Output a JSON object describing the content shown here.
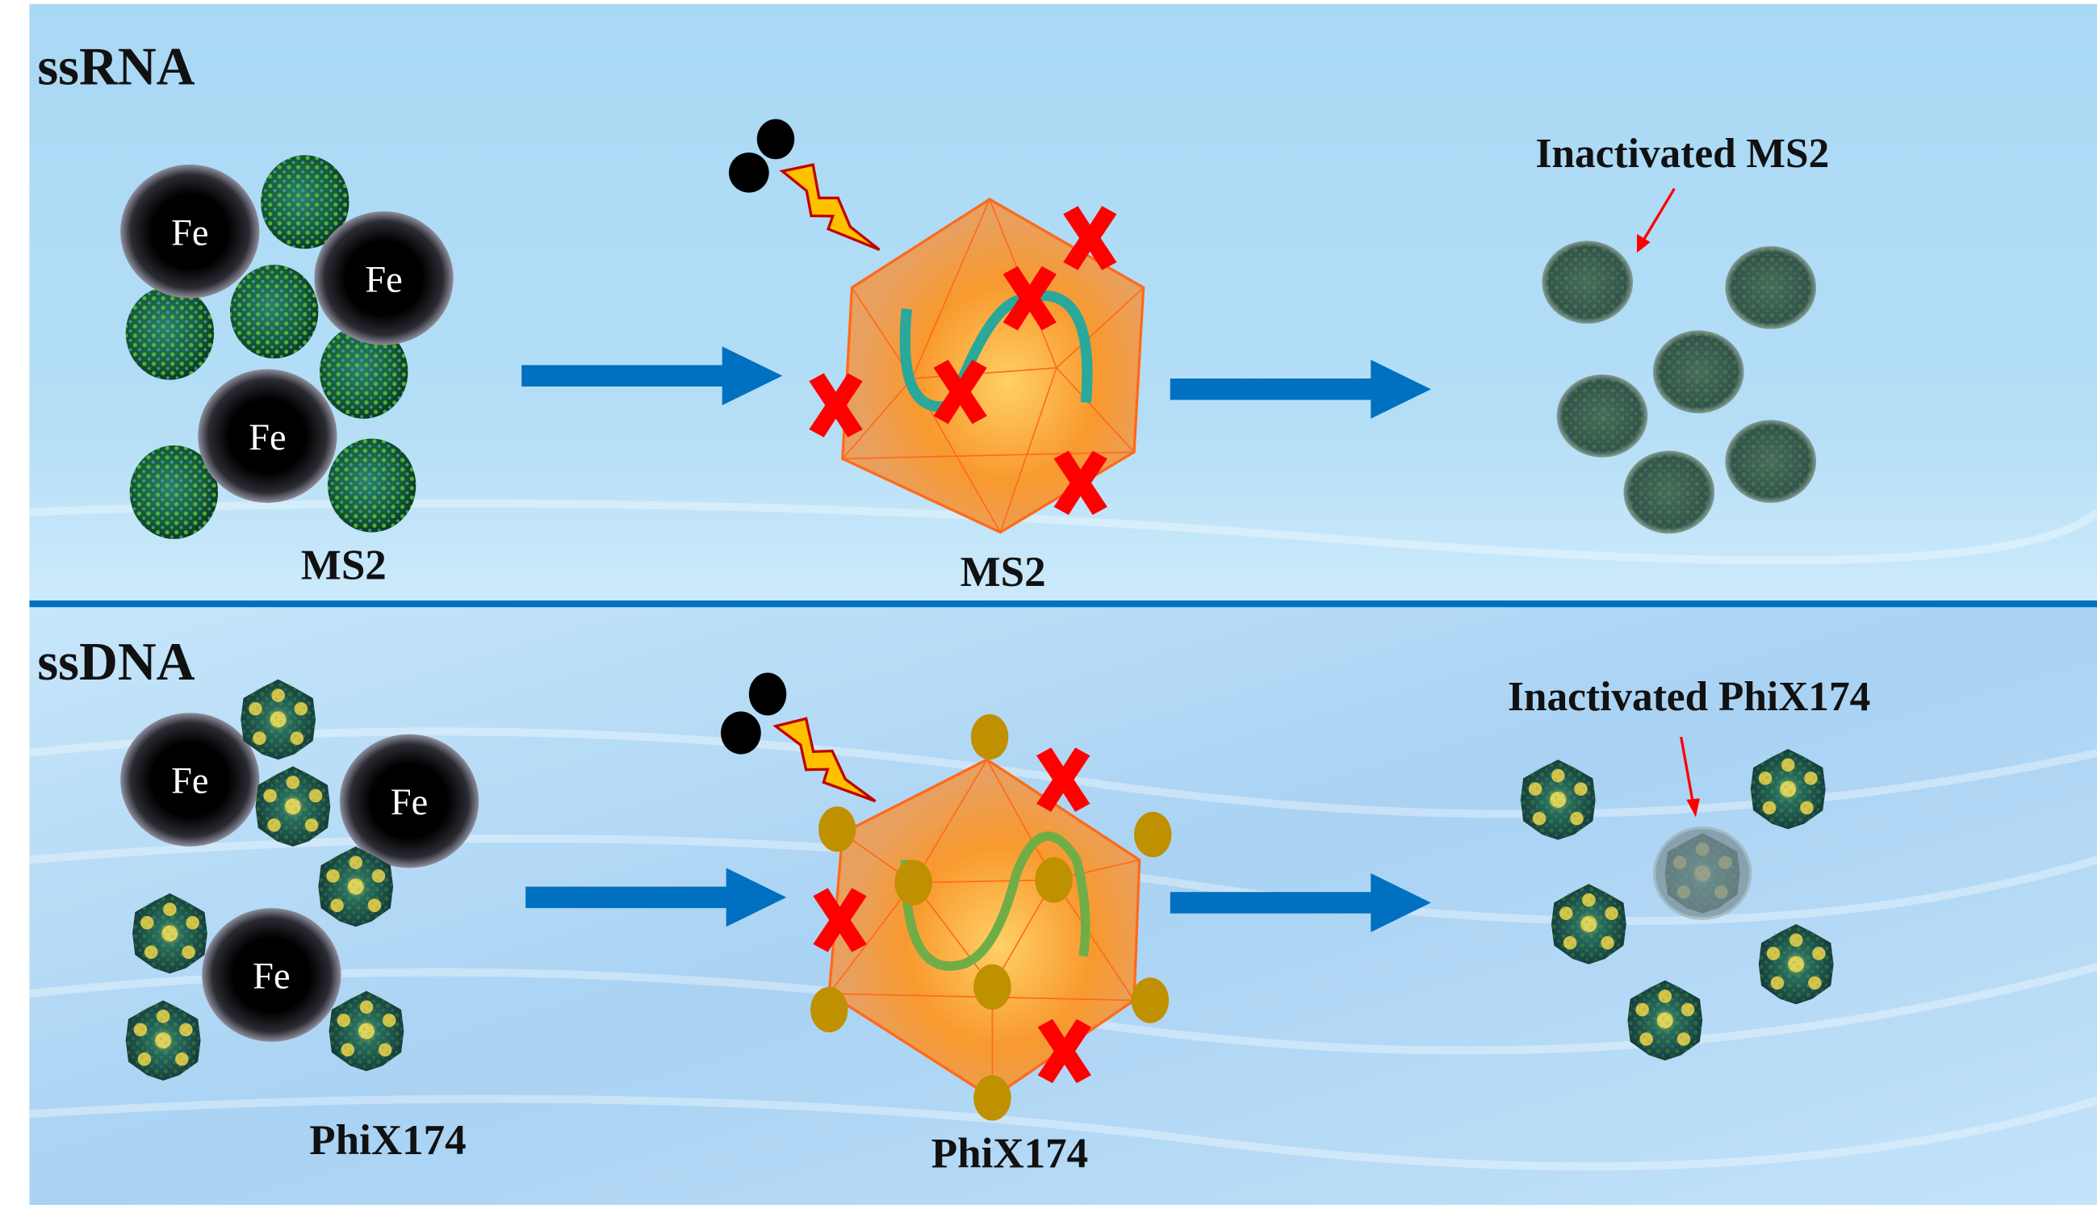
{
  "panels": [
    {
      "section_label": "ssRNA",
      "particle_label": "Fe",
      "virus_label_left": "MS2",
      "virus_label_center": "MS2",
      "inactivated_label": "Inactivated MS2"
    },
    {
      "section_label": "ssDNA",
      "particle_label": "Fe",
      "virus_label_left": "PhiX174",
      "virus_label_center": "PhiX174",
      "inactivated_label": "Inactivated PhiX174"
    }
  ],
  "colors": {
    "arrow": "#0070c0",
    "capsid": "#f7962a",
    "damage_x": "#ff0000",
    "rna_strand": "#2aa89a",
    "dna_strand": "#70ad47",
    "spike": "#bf9000",
    "bolt": "#ffc000"
  },
  "icons": [
    "fe-nanoparticle-icon",
    "ms2-virus-icon",
    "phix174-virus-icon",
    "lightning-bolt-icon",
    "reactive-species-icon",
    "damage-x-icon",
    "process-arrow-icon"
  ]
}
